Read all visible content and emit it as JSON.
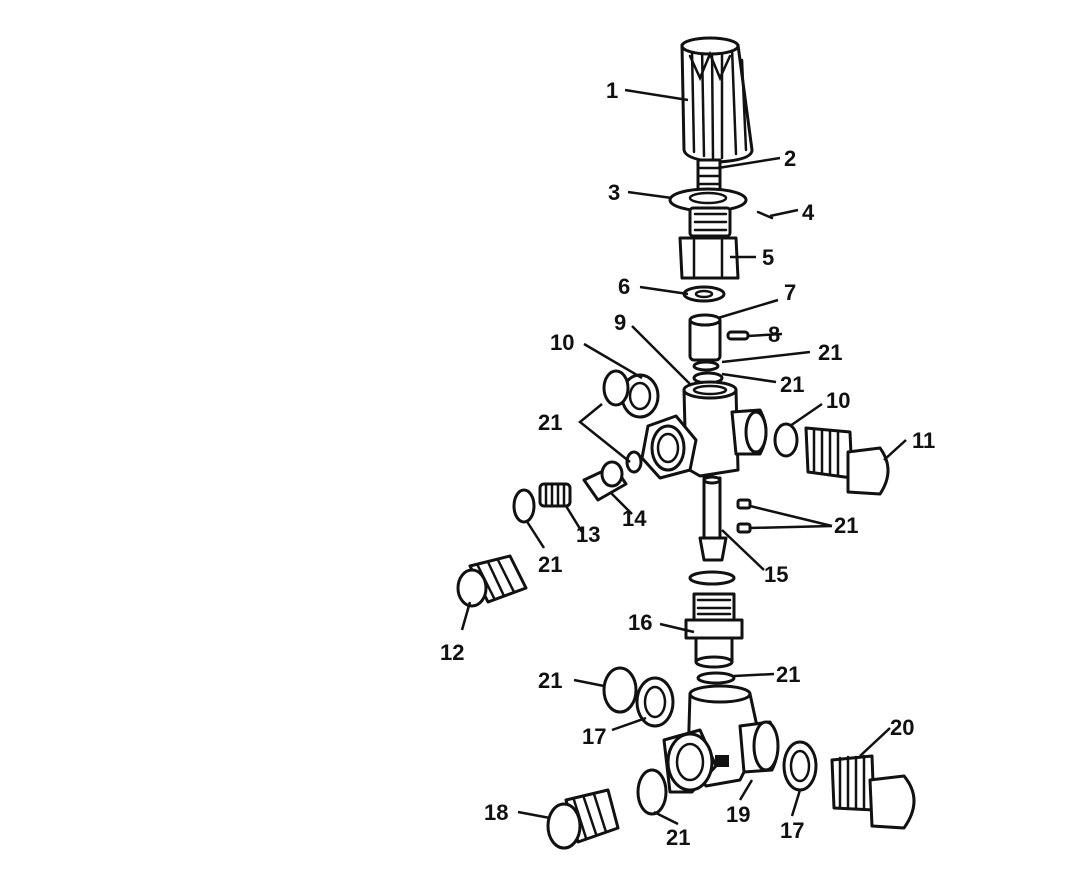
{
  "callouts": [
    "1",
    "2",
    "3",
    "4",
    "5",
    "6",
    "7",
    "8",
    "9",
    "10",
    "21",
    "21",
    "21",
    "10",
    "11",
    "21",
    "13",
    "14",
    "21",
    "15",
    "12",
    "16",
    "21",
    "21",
    "17",
    "20",
    "18",
    "21",
    "19",
    "17"
  ]
}
